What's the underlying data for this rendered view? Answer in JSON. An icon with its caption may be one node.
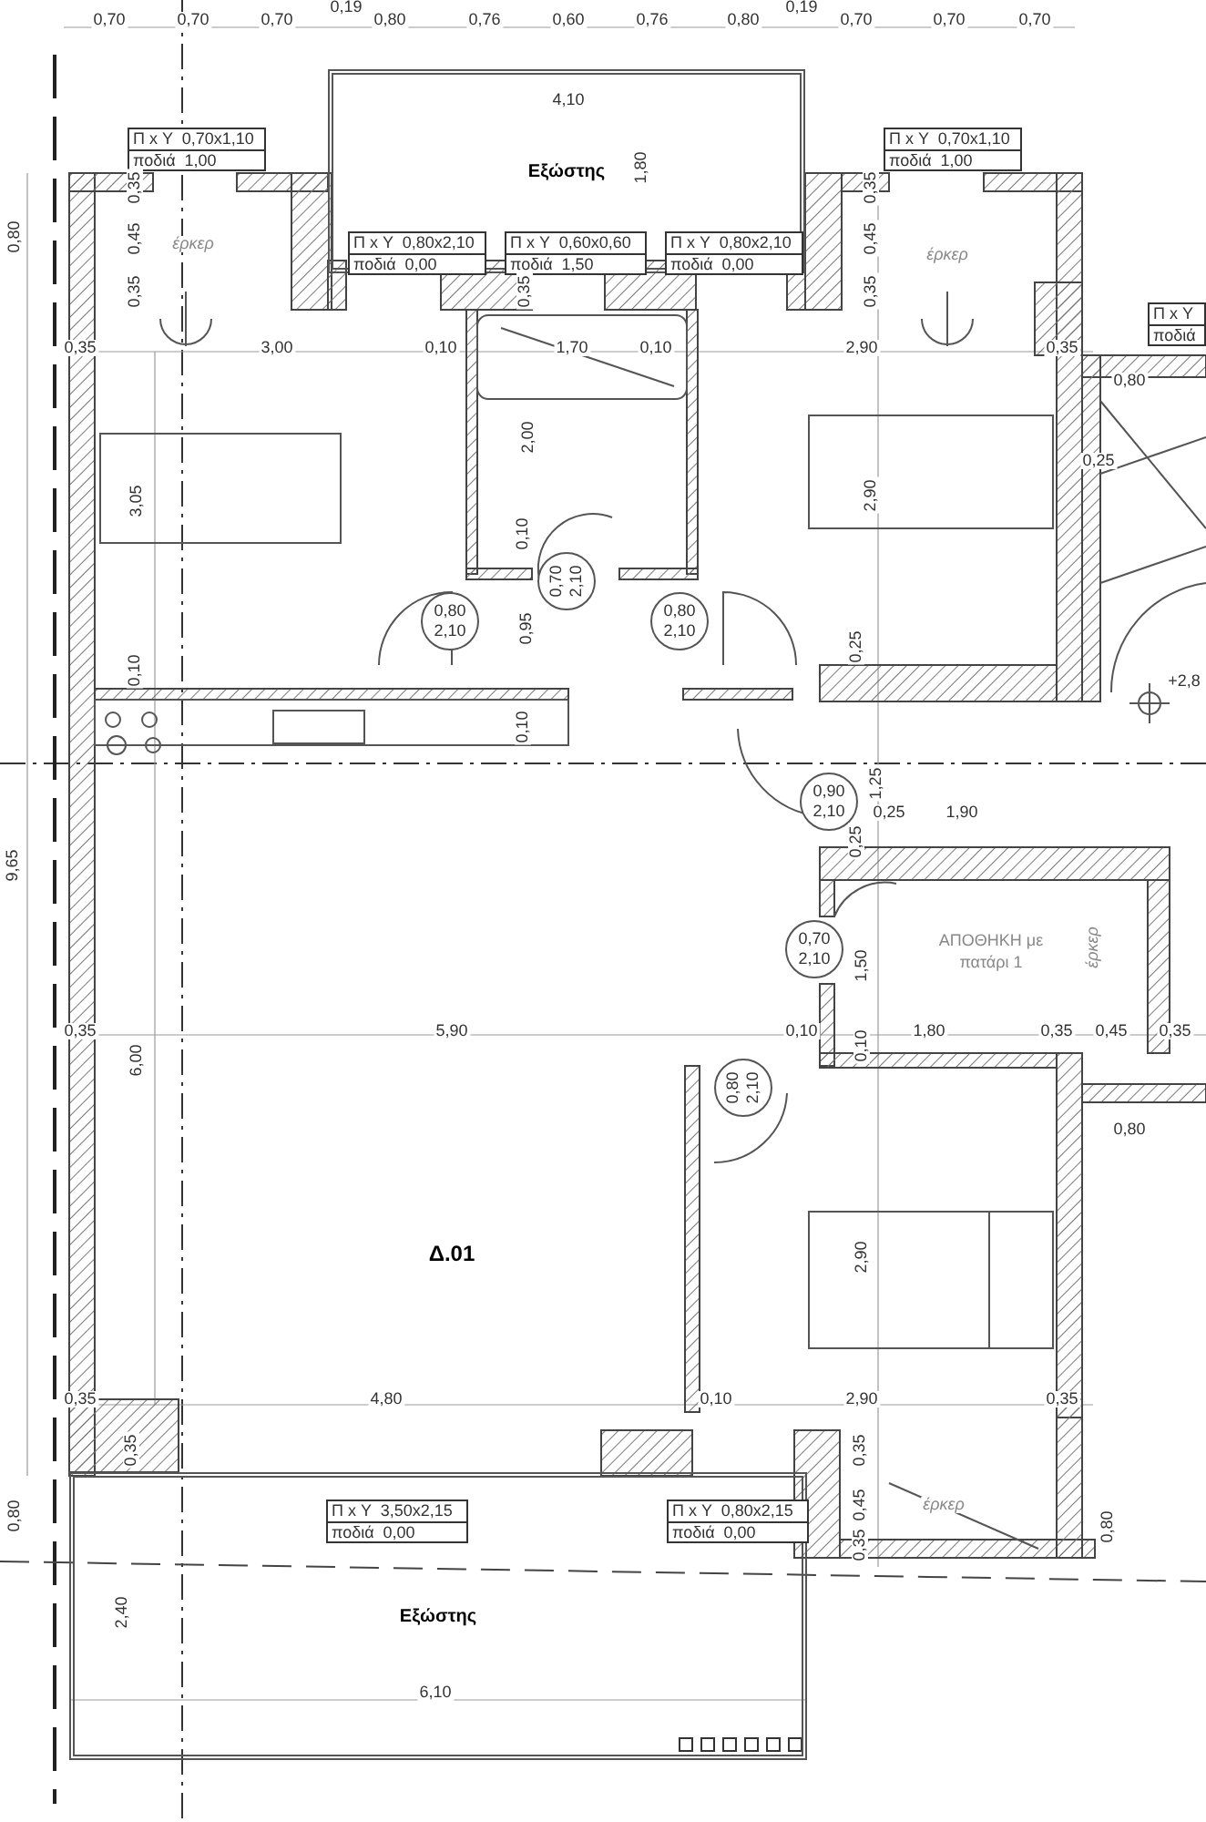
{
  "diagram": {
    "nodes": [
      {
        "text": [
          "Εξώστης"
        ]
      },
      {
        "text": [
          "Π x Υ  0,70x1,10",
          "ποδιά  1,00"
        ]
      },
      {
        "text": [
          "Π x Υ  0,70x1,10",
          "ποδιά  1,00"
        ]
      },
      {
        "text": [
          "Π x Υ  0,80x2,10",
          "ποδιά  0,00"
        ],
        "in": 0
      },
      {
        "text": [
          "Π x Υ  0,60x0,60",
          "ποδιά  1,50"
        ],
        "in": 0
      },
      {
        "text": [
          "Π x Υ  0,80x2,10",
          "ποδιά  0,00"
        ],
        "in": 0
      },
      {
        "text": [
          "Π x Υ",
          "ποδιά"
        ]
      },
      {
        "text": [
          "0,80",
          "2,10"
        ]
      },
      {
        "text": [
          "0,70",
          "2,10"
        ]
      },
      {
        "text": [
          "0,80",
          "2,10"
        ]
      },
      {
        "text": [
          "0,90",
          "2,10"
        ]
      },
      {
        "text": [
          "0,70",
          "2,10"
        ]
      },
      {
        "text": [
          "0,80",
          "2,10"
        ]
      },
      {
        "text": [
          "ΑΠΟΘΗΚΗ με πατάρι 1"
        ]
      },
      {
        "text": [
          "Π x Υ  3,50x2,15",
          "ποδιά  0,00"
        ],
        "in": 16
      },
      {
        "text": [
          "Π x Υ  0,80x2,15",
          "ποδιά  0,00"
        ],
        "in": 16
      },
      {
        "text": [
          "Εξώστης"
        ]
      }
    ],
    "labels": [
      "0,19",
      "0,19",
      "0,70",
      "0,70",
      "0,70",
      "0,80",
      "0,76",
      "0,60",
      "0,76",
      "0,80",
      "0,70",
      "0,70",
      "0,70",
      "4,10",
      "1,80",
      "0,80",
      "0,35",
      "0,45",
      "0,35",
      "έρκερ",
      "0,35",
      "0,35",
      "0,45",
      "0,35",
      "έρκερ",
      "0,35",
      "3,00",
      "0,10",
      "1,70",
      "0,10",
      "2,90",
      "0,35",
      "0,80",
      "3,05",
      "2,00",
      "2,90",
      "0,25",
      "0,10",
      "0,95",
      "0,10",
      "0,25",
      "+2,8",
      "0,10",
      "1,25",
      "0,25",
      "1,90",
      "0,25",
      "9,65",
      "έρκερ",
      "1,50",
      "0,35",
      "5,90",
      "0,10",
      "1,80",
      "0,35",
      "0,45",
      "0,35",
      "6,00",
      "0,10",
      "0,80",
      "Δ.01",
      "2,90",
      "0,35",
      "4,80",
      "0,10",
      "2,90",
      "0,35",
      "0,35",
      "0,80",
      "0,35",
      "0,45",
      "0,35",
      "έρκερ",
      "0,80",
      "2,40",
      "6,10"
    ]
  }
}
